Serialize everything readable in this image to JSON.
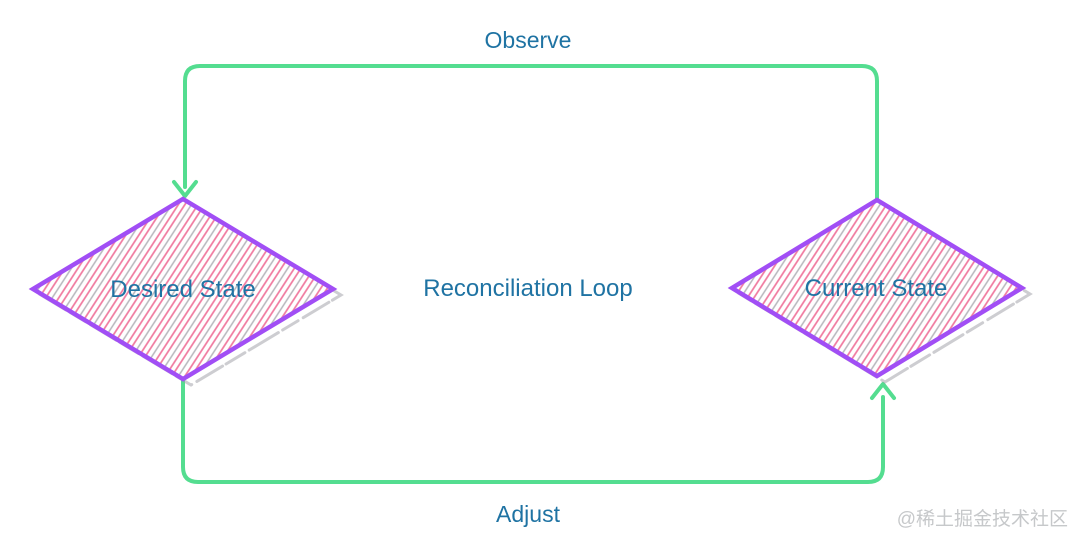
{
  "diagram": {
    "center_label": "Reconciliation Loop",
    "top_label": "Observe",
    "bottom_label": "Adjust",
    "nodes": [
      {
        "id": "desired-state",
        "label": "Desired State"
      },
      {
        "id": "current-state",
        "label": "Current State"
      }
    ],
    "watermark": "@稀土掘金技术社区",
    "colors": {
      "arrow_green": "#54dd90",
      "node_border_purple": "#a14ef5",
      "hatch_pink": "#f0789e",
      "hatch_gray": "#b6b6bc",
      "shadow_gray": "#9b9ba3",
      "label_blue": "#1f73a3",
      "watermark_gray": "#c6c8ca",
      "background": "#ffffff"
    }
  }
}
